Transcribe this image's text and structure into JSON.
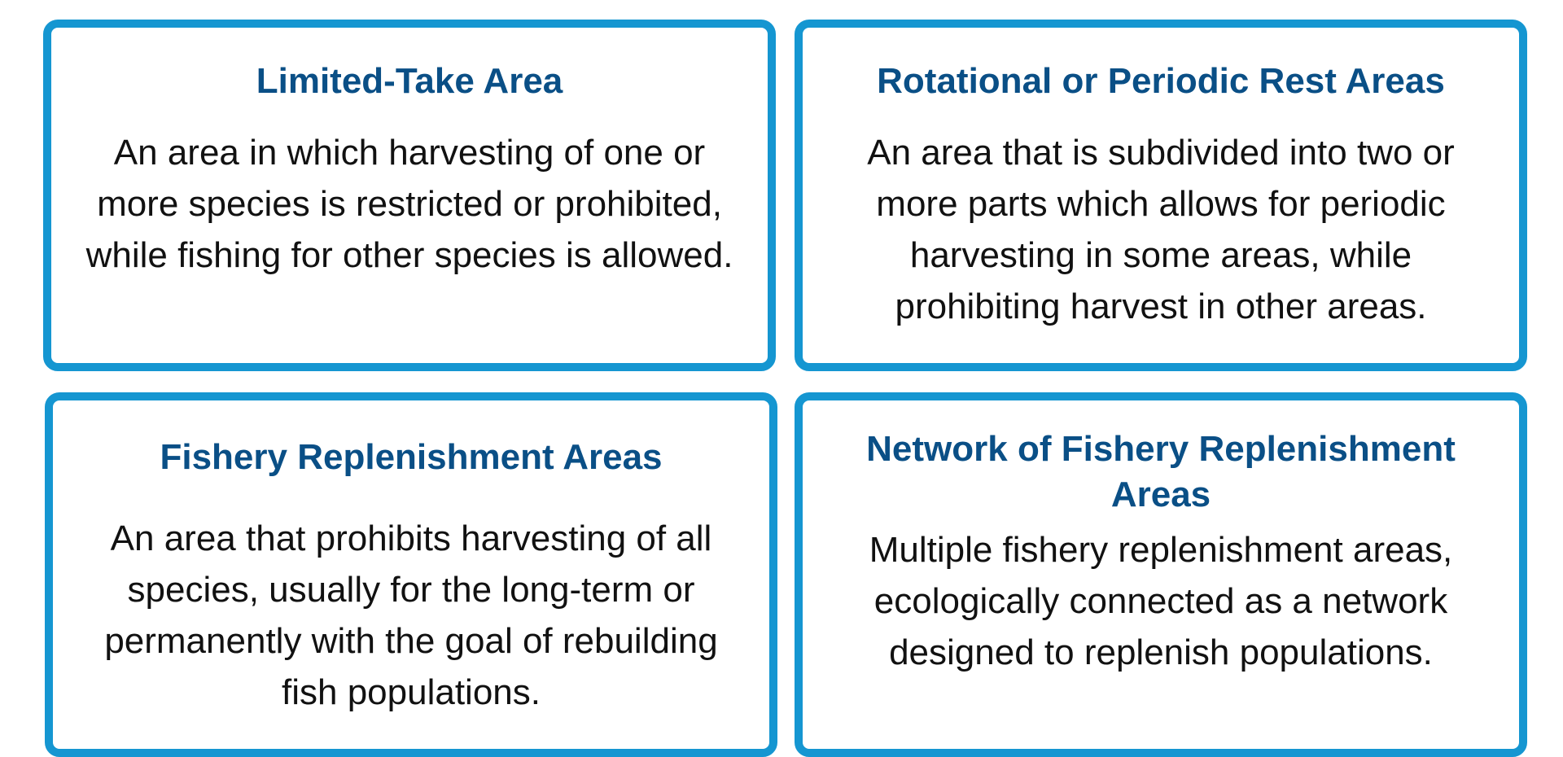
{
  "cards": [
    {
      "title": "Limited-Take Area",
      "description": "An area in which harvesting of one or more species is restricted or prohibited, while fishing for other species is allowed."
    },
    {
      "title": "Rotational or Periodic Rest Areas",
      "description": "An area that is subdivided into two or more parts which allows for periodic harvesting in some areas, while prohibiting harvest in other areas."
    },
    {
      "title": "Fishery Replenishment Areas",
      "description": "An area that prohibits harvesting of all species, usually for the long-term or permanently with the goal of rebuilding fish populations."
    },
    {
      "title": "Network of Fishery Replenishment Areas",
      "description": "Multiple fishery replenishment areas, ecologically connected as a network designed to replenish populations."
    }
  ],
  "colors": {
    "border": "#1596d1",
    "title": "#0a4f86",
    "text": "#111111"
  }
}
